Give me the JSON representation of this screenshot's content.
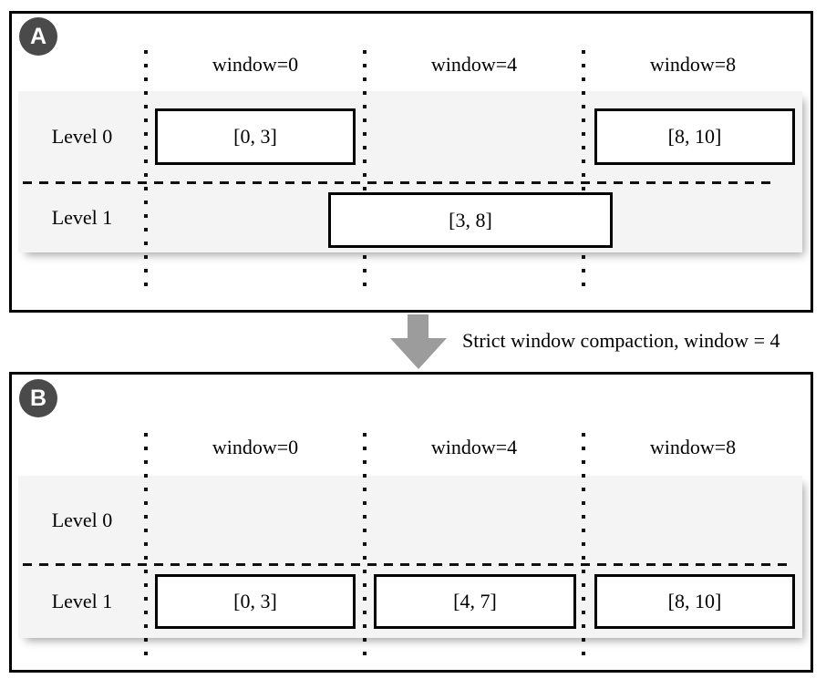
{
  "panels": [
    {
      "badge": "A",
      "window_labels": [
        "window=0",
        "window=4",
        "window=8"
      ],
      "levels": [
        {
          "label": "Level 0",
          "segments": [
            {
              "text": "[0, 3]"
            },
            {
              "text": "[8, 10]"
            }
          ]
        },
        {
          "label": "Level 1",
          "segments": [
            {
              "text": "[3, 8]"
            }
          ]
        }
      ]
    },
    {
      "badge": "B",
      "window_labels": [
        "window=0",
        "window=4",
        "window=8"
      ],
      "levels": [
        {
          "label": "Level 0",
          "segments": []
        },
        {
          "label": "Level 1",
          "segments": [
            {
              "text": "[0, 3]"
            },
            {
              "text": "[4, 7]"
            },
            {
              "text": "[8, 10]"
            }
          ]
        }
      ]
    }
  ],
  "transition": {
    "label": "Strict window compaction, window = 4"
  },
  "colors": {
    "badge_bg": "#4a4a4a",
    "row_bg": "#f4f4f4",
    "arrow": "#9c9c9c",
    "border": "#000000"
  }
}
